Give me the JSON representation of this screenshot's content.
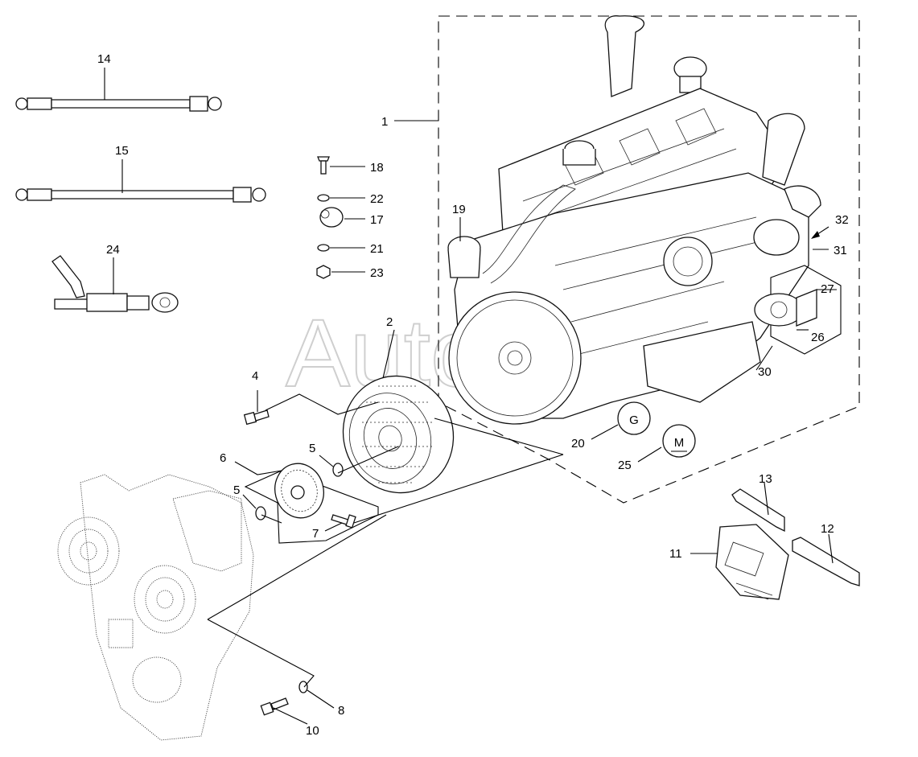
{
  "labels": {
    "p1": "1",
    "p2": "2",
    "p4": "4",
    "p5a": "5",
    "p5b": "5",
    "p6": "6",
    "p7": "7",
    "p8": "8",
    "p10": "10",
    "p11": "11",
    "p12": "12",
    "p13": "13",
    "p14": "14",
    "p15": "15",
    "p17": "17",
    "p18": "18",
    "p19": "19",
    "p20": "20",
    "p21": "21",
    "p22": "22",
    "p23": "23",
    "p24": "24",
    "p25": "25",
    "p26": "26",
    "p27": "27",
    "p30": "30",
    "p31": "31",
    "p32": "32"
  },
  "symbols": {
    "g": "G",
    "m": "M"
  },
  "watermark": "Autosoft"
}
